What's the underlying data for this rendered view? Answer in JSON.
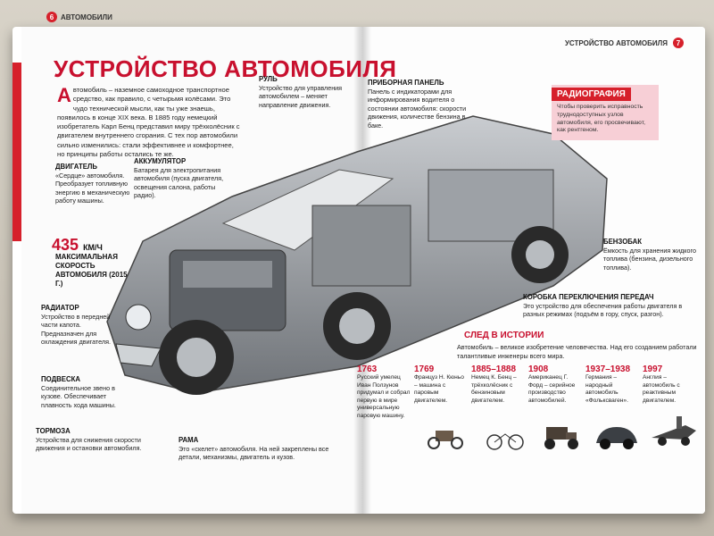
{
  "left_page": {
    "section_number": "6",
    "section_label": "АВТОМОБИЛИ",
    "title": "УСТРОЙСТВО АВТОМОБИЛЯ",
    "intro_drop": "А",
    "intro": "втомобиль – наземное самоходное транспортное средство, как правило, с четырьмя колёсами. Это чудо технической мысли, как ты уже знаешь, появилось в конце XIX века. В 1885 году немецкий изобретатель Карл Бенц представил миру трёхколёсник с двигателем внутреннего сгорания. С тех пор автомобили сильно изменились: стали эффективнее и комфортнее, но принципы работы остались те же.",
    "labels": {
      "engine": {
        "title": "ДВИГАТЕЛЬ",
        "text": "«Сердце» автомобиля. Преобразует топливную энергию в механическую работу машины."
      },
      "battery": {
        "title": "АККУМУЛЯТОР",
        "text": "Батарея для электропитания автомобиля (пуска двигателя, освещения салона, работы радио)."
      },
      "wheel": {
        "title": "РУЛЬ",
        "text": "Устройство для управления автомобилем – меняет направление движения."
      },
      "radiator": {
        "title": "РАДИАТОР",
        "text": "Устройство в передней части капота. Предназначен для охлаждения двигателя."
      },
      "suspension": {
        "title": "ПОДВЕСКА",
        "text": "Соединительное звено в кузове. Обеспечивает плавность хода машины."
      },
      "brakes": {
        "title": "ТОРМОЗА",
        "text": "Устройства для снижения скорости движения и остановки автомобиля."
      },
      "frame": {
        "title": "РАМА",
        "text": "Это «скелет» автомобиля. На ней закреплены все детали, механизмы, двигатель и кузов."
      }
    },
    "speed_value": "435",
    "speed_unit": "КМ/Ч",
    "speed_caption": "МАКСИМАЛЬНАЯ СКОРОСТЬ АВТОМОБИЛЯ (2015 Г.)"
  },
  "right_page": {
    "section_label": "УСТРОЙСТВО АВТОМОБИЛЯ",
    "section_number": "7",
    "labels": {
      "dashboard": {
        "title": "ПРИБОРНАЯ ПАНЕЛЬ",
        "text": "Панель с индикаторами для информирования водителя о состоянии автомобиля: скорости движения, количестве бензина в баке."
      },
      "tank": {
        "title": "БЕНЗОБАК",
        "text": "Ёмкость для хранения жидкого топлива (бензина, дизельного топлива)."
      },
      "gearbox": {
        "title": "КОРОБКА ПЕРЕКЛЮЧЕНИЯ ПЕРЕДАЧ",
        "text": "Это устройство для обеспечения работы двигателя в разных режимах (подъём в гору, спуск, разгон)."
      }
    },
    "radiography": {
      "title": "РАДИОГРАФИЯ",
      "text": "Чтобы проверить исправность труднодоступных узлов автомобиля, его просвечивают, как рентгеном."
    },
    "history": {
      "title": "СЛЕД В ИСТОРИИ",
      "intro": "Автомобиль – великое изобретение человечества. Над его созданием работали талантливые инженеры всего мира.",
      "items": [
        {
          "year": "1763",
          "text": "Русский умелец Иван Ползунов придумал и собрал первую в мире универсальную паровую машину."
        },
        {
          "year": "1769",
          "text": "Француз Н. Кюньо – машина с паровым двигателем."
        },
        {
          "year": "1885–1888",
          "text": "Немец К. Бенц – трёхколёсник с бензиновым двигателем."
        },
        {
          "year": "1908",
          "text": "Американец Г. Форд – серийное производство автомобилей."
        },
        {
          "year": "1937–1938",
          "text": "Германия – народный автомобиль «Фольксваген»."
        },
        {
          "year": "1997",
          "text": "Англия – автомобиль с реактивным двигателем."
        }
      ]
    }
  },
  "colors": {
    "accent": "#c8102e",
    "pink_box": "#f7cfd6",
    "car_body": "#9a9ea3"
  }
}
